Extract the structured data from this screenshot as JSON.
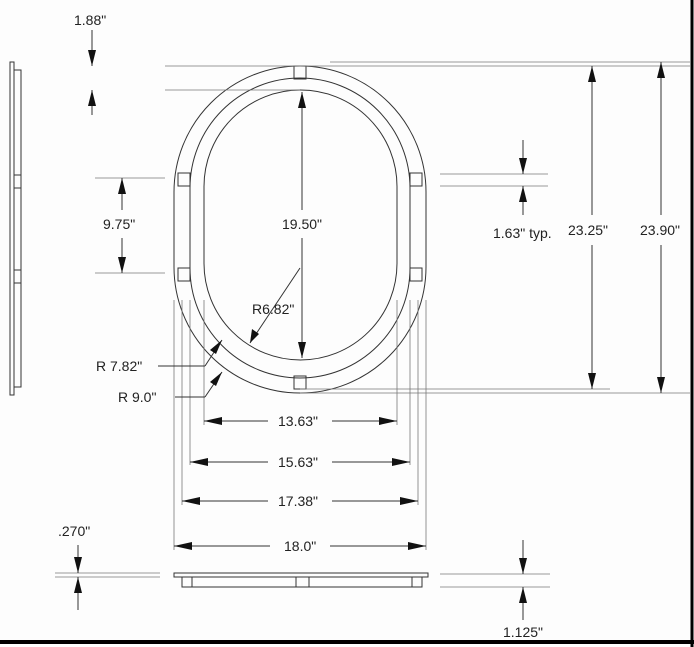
{
  "drawing": {
    "dimensions": {
      "ring_width": "1.88\"",
      "tab_spacing": "9.75\"",
      "inner_length": "19.50\"",
      "tab_width": "1.63\" typ.",
      "middle_length": "23.25\"",
      "outer_length": "23.90\"",
      "inner_radius": "R6.82\"",
      "middle_radius": "R 7.82\"",
      "outer_radius": "R 9.0\"",
      "inner_width": "13.63\"",
      "middle_width": "15.63\"",
      "flange_width": "17.38\"",
      "outer_width": "18.0\"",
      "flange_thickness": ".270\"",
      "overall_height": "1.125\""
    }
  }
}
